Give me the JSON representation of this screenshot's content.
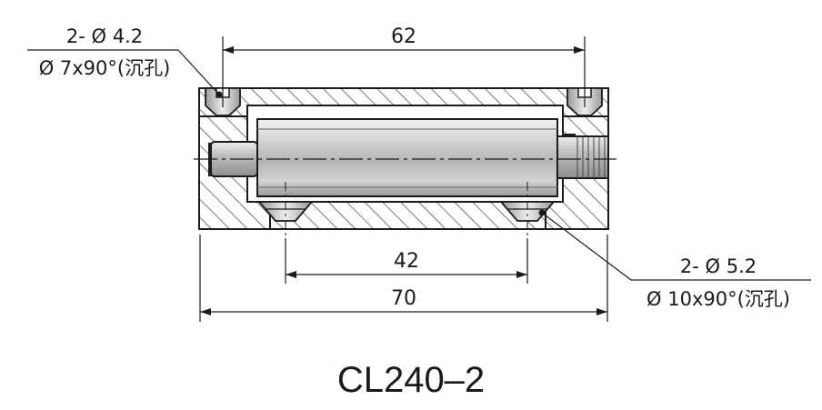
{
  "drawing": {
    "model": "CL240–2",
    "dimensions": {
      "top_length": "62",
      "bottom_inner": "42",
      "bottom_overall": "70"
    },
    "callout_top": {
      "line1": "2- Ø 4.2",
      "line2": "Ø 7x90°(沉孔)"
    },
    "callout_bottom": {
      "line1": "2- Ø 5.2",
      "line2": "Ø 10x90°(沉孔)"
    }
  }
}
